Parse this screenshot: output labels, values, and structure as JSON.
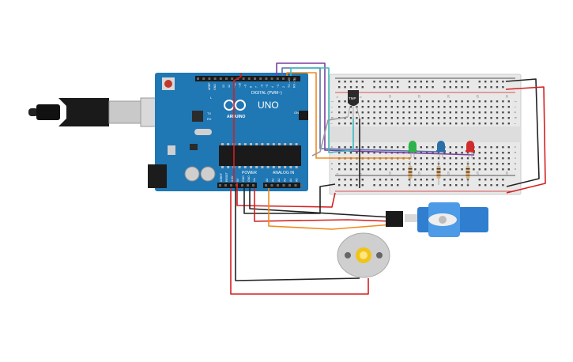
{
  "arduino": {
    "logo_text": "UNO",
    "brand_text": "ARDUINO",
    "digital_header": "DIGITAL (PWM~)",
    "power_label": "POWER",
    "analog_label": "ANALOG IN",
    "on_label": "ON",
    "tx_label": "TX",
    "rx_label": "RX",
    "l_label": "L",
    "aref_label": "AREF",
    "gnd_label": "GND",
    "digital_pins": [
      "13",
      "12",
      "~11",
      "~10",
      "~9",
      "8",
      "7",
      "~6",
      "~5",
      "4",
      "~3",
      "2",
      "TX→1",
      "RX←0"
    ],
    "power_pins": [
      "IOREF",
      "RESET",
      "3.3V",
      "5V",
      "GND",
      "GND",
      "Vin"
    ],
    "analog_pins": [
      "A0",
      "A1",
      "A2",
      "A3",
      "A4",
      "A5"
    ]
  },
  "breadboard": {
    "column_numbers": [
      "1",
      "5",
      "10",
      "15",
      "20",
      "25",
      "30"
    ],
    "row_letters_top": [
      "j",
      "i",
      "h",
      "g",
      "f"
    ],
    "row_letters_bottom": [
      "e",
      "d",
      "c",
      "b",
      "a"
    ]
  },
  "sensor": {
    "label": "TMP"
  },
  "leds": [
    {
      "color_name": "green",
      "color": "#2db34a"
    },
    {
      "color_name": "blue",
      "color": "#2a6fa8"
    },
    {
      "color_name": "red",
      "color": "#d12b2b"
    }
  ],
  "colors": {
    "board": "#1f77b4",
    "breadboard": "#e8e8e8",
    "wire_red": "#d42020",
    "wire_black": "#222222",
    "wire_orange": "#f08a1c",
    "wire_purple": "#7a3fa0",
    "wire_teal": "#3cbcbc",
    "wire_gray": "#9a9a9a",
    "servo": "#2f7ecf",
    "motor": "#cfcfcf"
  }
}
